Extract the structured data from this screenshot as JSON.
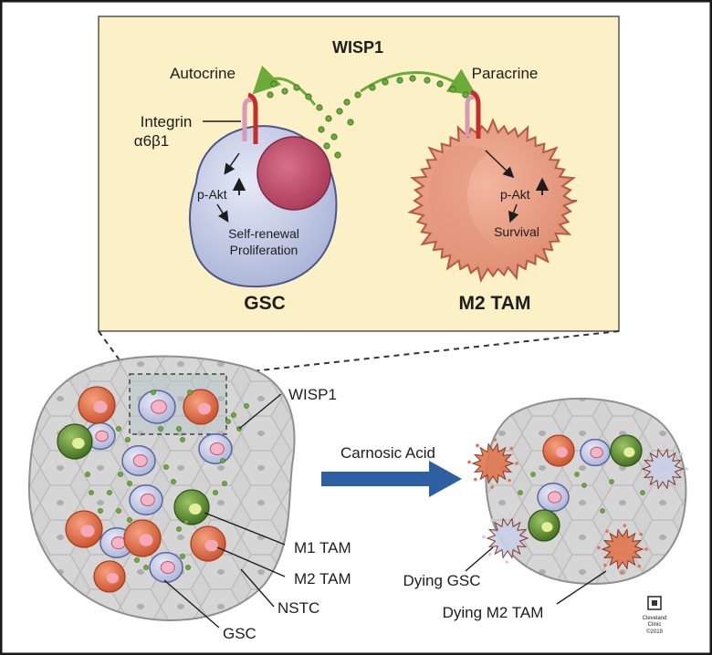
{
  "inset": {
    "ligand_label": "WISP1",
    "autocrine_label": "Autocrine",
    "paracrine_label": "Paracrine",
    "receptor_label_line1": "Integrin",
    "receptor_label_line2": "α6β1",
    "gsc_cell": {
      "signal": "p-Akt",
      "effect_line1": "Self-renewal",
      "effect_line2": "Proliferation",
      "name": "GSC"
    },
    "tam_cell": {
      "signal": "p-Akt",
      "effect_line1": "Survival",
      "name": "M2 TAM"
    }
  },
  "tumor": {
    "wisp1_label": "WISP1",
    "m1_label": "M1 TAM",
    "m2_label": "M2 TAM",
    "nstc_label": "NSTC",
    "gsc_label": "GSC"
  },
  "treatment": {
    "arrow_label": "Carnosic Acid"
  },
  "treated": {
    "dying_gsc_label": "Dying GSC",
    "dying_tam_label": "Dying M2 TAM"
  },
  "logo": {
    "line1": "Cleveland",
    "line2": "Clinic",
    "line3": "©2019"
  },
  "colors": {
    "inset_background": "#fbf0c6",
    "gsc_cell": "#c9d0e8",
    "gsc_nucleus": "#c2546e",
    "m2_tam": "#e0764f",
    "m1_tam": "#5f8f2f",
    "wisp1_dots": "#6bab3a",
    "tumor_tissue": "#d3d3d3",
    "arrow": "#2e5fa3"
  }
}
